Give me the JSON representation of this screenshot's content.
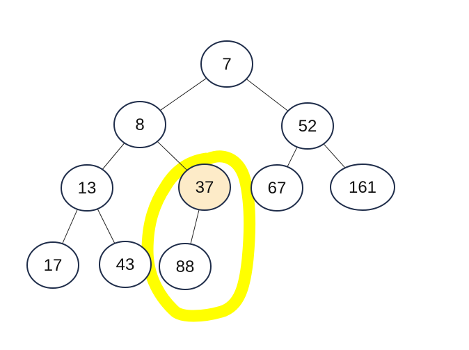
{
  "tree": {
    "colors": {
      "node_stroke": "#1f2d4a",
      "node_fill": "#ffffff",
      "highlight_fill": "#fdebc8",
      "edge": "#222222",
      "highlight_mark": "#ffff00"
    },
    "nodes": [
      {
        "id": "n7",
        "label": "7"
      },
      {
        "id": "n8",
        "label": "8"
      },
      {
        "id": "n52",
        "label": "52"
      },
      {
        "id": "n13",
        "label": "13"
      },
      {
        "id": "n37",
        "label": "37",
        "highlighted": true
      },
      {
        "id": "n67",
        "label": "67"
      },
      {
        "id": "n161",
        "label": "161"
      },
      {
        "id": "n17",
        "label": "17"
      },
      {
        "id": "n43",
        "label": "43"
      },
      {
        "id": "n88",
        "label": "88"
      }
    ],
    "edges": [
      {
        "from": "n7",
        "to": "n8"
      },
      {
        "from": "n7",
        "to": "n52"
      },
      {
        "from": "n8",
        "to": "n13"
      },
      {
        "from": "n8",
        "to": "n37"
      },
      {
        "from": "n52",
        "to": "n67"
      },
      {
        "from": "n52",
        "to": "n161"
      },
      {
        "from": "n13",
        "to": "n17"
      },
      {
        "from": "n13",
        "to": "n43"
      },
      {
        "from": "n37",
        "to": "n88"
      }
    ]
  }
}
